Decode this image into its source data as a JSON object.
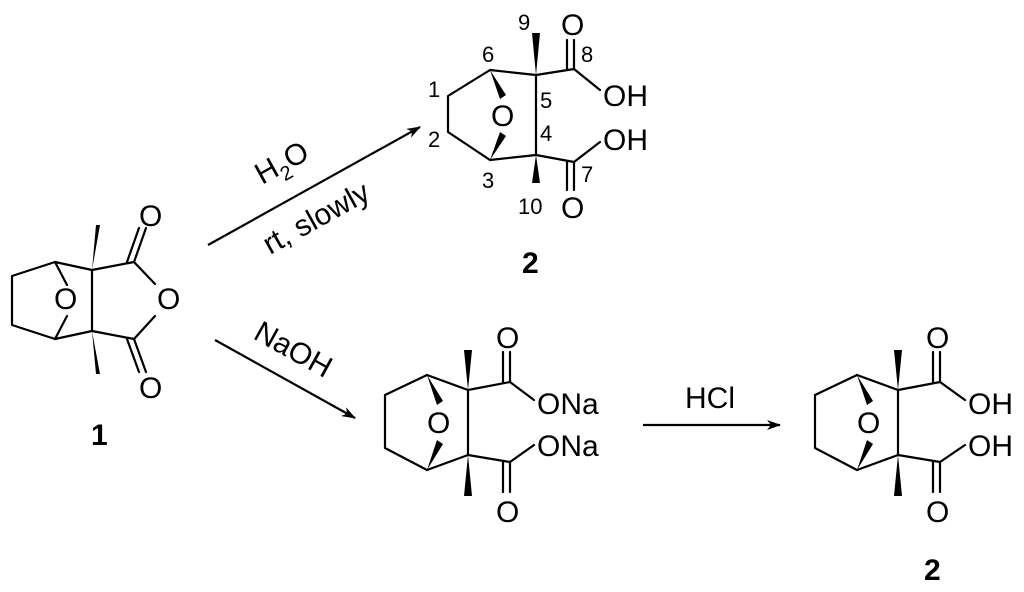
{
  "compounds": {
    "anhydride": {
      "label": "1",
      "ring_oxygen": "O",
      "anhydride_oxygen": "O",
      "carbonyl_top": "O",
      "carbonyl_bottom": "O"
    },
    "diacid_top": {
      "label": "2",
      "bridge_oxygen": "O",
      "carbonyl_top": "O",
      "hydroxyl_top": "OH",
      "hydroxyl_bottom": "OH",
      "carbonyl_bottom": "O",
      "numbering": {
        "c1": "1",
        "c2": "2",
        "c3": "3",
        "c4": "4",
        "c5": "5",
        "c6": "6",
        "c7": "7",
        "c8": "8",
        "c9": "9",
        "c10": "10"
      }
    },
    "disodium_salt": {
      "bridge_oxygen": "O",
      "carbonyl_top": "O",
      "salt_top": "ONa",
      "salt_bottom": "ONa",
      "carbonyl_bottom": "O"
    },
    "diacid_bottom": {
      "label": "2",
      "bridge_oxygen": "O",
      "carbonyl_top": "O",
      "hydroxyl_top": "OH",
      "hydroxyl_bottom": "OH",
      "carbonyl_bottom": "O"
    }
  },
  "reactions": {
    "hydrolysis": {
      "reagent": "H2O",
      "reagent_main": "H",
      "reagent_sub": "2",
      "reagent_tail": "O",
      "conditions": "rt, slowly"
    },
    "saponification": {
      "reagent": "NaOH"
    },
    "acidification": {
      "reagent": "HCl"
    }
  }
}
